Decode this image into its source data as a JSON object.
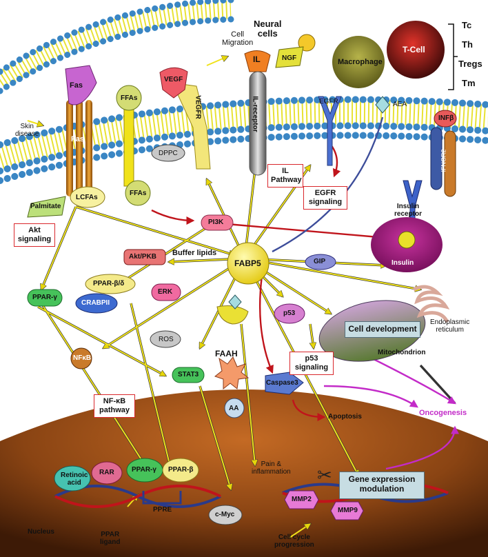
{
  "labels": {
    "cell_migration": "Cell\nMigration",
    "neural_cells": "Neural\ncells",
    "ngf": "NGF",
    "macrophage": "Macrophage",
    "t_cell": "T-Cell",
    "tc": "Tc",
    "th": "Th",
    "tregs": "Tregs",
    "tm": "Tm",
    "vegf": "VEGF",
    "vegfr": "VEGFR",
    "il": "IL",
    "il_receptor": "IL-receptor",
    "egfr": "EGFR",
    "aea": "AEA",
    "inf_beta": "INFβ",
    "ifngr1": "IFNGR1",
    "ifngr2": "IFNGR2",
    "fas_top": "Fas",
    "fas_mid": "Fas",
    "ffas_top": "FFAs",
    "ffas_bottom": "FFAs",
    "skin_disease": "Skin\ndisease",
    "dppc": "DPPC",
    "palmitate": "Palmitate",
    "lcfas": "LCFAs",
    "pi3k": "PI3K",
    "insulin_receptor": "Insulin\nreceptor",
    "insulin": "Insulin",
    "akt_pkb": "Akt/PKB",
    "buffer_lipids": "Buffer lipids",
    "fabp5": "FABP5",
    "gip": "GIP",
    "ppar_gamma": "PPAR-γ",
    "ppar_beta_delta": "PPAR-β/δ",
    "crabpii": "CRABPII",
    "erk": "ERK",
    "p53": "p53",
    "endoplasmic_reticulum": "Endoplasmic\nreticulum",
    "mitochondrion": "Mitochondrion",
    "ros": "ROS",
    "nfkb": "NFκB",
    "stat3": "STAT3",
    "faah": "FAAH",
    "caspase3": "Caspase3",
    "apoptosis": "Apoptosis",
    "oncogenesis": "Oncogenesis",
    "aa": "AA",
    "pain_inflammation": "Pain &\ninflammation",
    "retinoic_acid": "Retinoic\nacid",
    "rar": "RAR",
    "nuc_ppar_gamma": "PPAR-γ",
    "nuc_ppar_beta": "PPAR-β",
    "ppre": "PPRE",
    "mmp2": "MMP2",
    "mmp9": "MMP9",
    "c_myc": "c-Myc",
    "nucleus": "Nucleus",
    "ppar_ligand": "PPAR\nligand",
    "cell_cycle": "Cell cycle\nprogression"
  },
  "boxes": {
    "il_pathway": "IL\nPathway",
    "egfr_signaling": "EGFR\nsignaling",
    "akt_signaling": "Akt\nsignaling",
    "p53_signaling": "p53\nsignaling",
    "nfkb_pathway": "NF-κB\npathway",
    "cell_development": "Cell development",
    "gene_expression": "Gene expression\nmodulation"
  }
}
